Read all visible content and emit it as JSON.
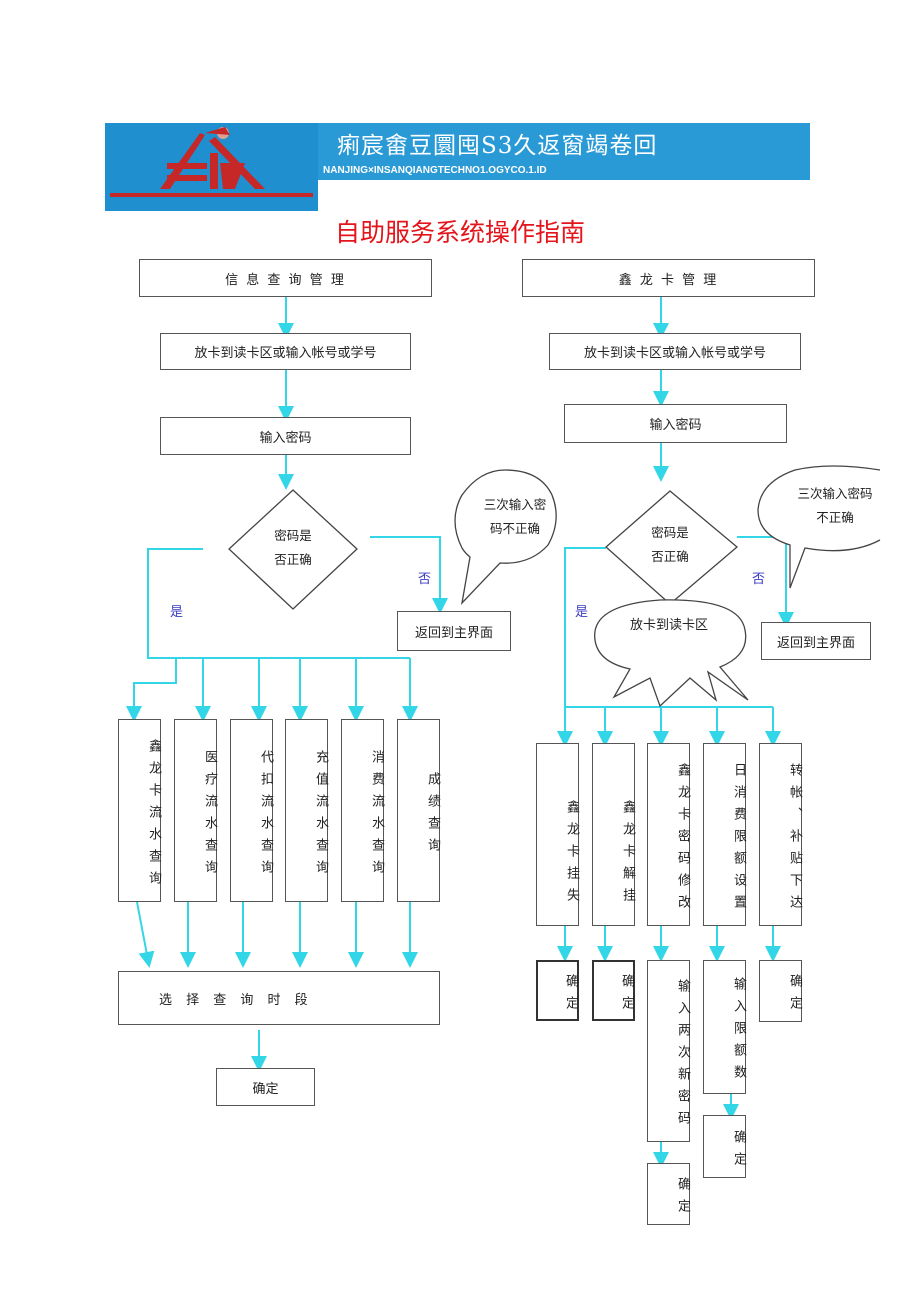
{
  "header": {
    "banner_title": "痢宸畬豆圜囤S3久返窗竭卷回",
    "banner_subtitle": "NANJING×INSANQIANGTECHNO1.OGYCO.1.ID",
    "page_title": "自助服务系统操作指南"
  },
  "left_flow": {
    "title": "信 息 查 询 管 理",
    "step1": "放卡到读卡区或输入帐号或学号",
    "step2": "输入密码",
    "decision": [
      "密码是",
      "否正确"
    ],
    "callout": [
      "三次输入密",
      "码不正确"
    ],
    "yes_label": "是",
    "no_label": "否",
    "return_box": "返回到主界面",
    "options": [
      "鑫龙卡流水查询",
      "医疗流水查询",
      "代扣流水查询",
      "充值流水查询",
      "消费流水查询",
      "成绩查询"
    ],
    "select_period": "选 择 查 询 时 段",
    "confirm": "确定"
  },
  "right_flow": {
    "title": "鑫 龙 卡 管 理",
    "step1": "放卡到读卡区或输入帐号或学号",
    "step2": "输入密码",
    "decision": [
      "密码是",
      "否正确"
    ],
    "callout": [
      "三次输入密码",
      "不正确"
    ],
    "place_card_callout": "放卡到读卡区",
    "yes_label": "是",
    "no_label": "否",
    "return_box": "返回到主界面",
    "options": [
      "鑫龙卡挂失",
      "鑫龙卡解挂",
      "鑫龙卡密码修改",
      "日消费限额设置",
      "转帐、补贴下达"
    ],
    "confirm_1": "确定",
    "confirm_2": "确定",
    "new_password": "输入两次新密码",
    "confirm_3": "确定",
    "limit_input": "输入限额数",
    "confirm_4": "确定",
    "confirm_5": "确定"
  },
  "colors": {
    "arrow": "#33d6e6",
    "title_red": "#e3141b",
    "banner_blue": "#2a9ad6"
  }
}
